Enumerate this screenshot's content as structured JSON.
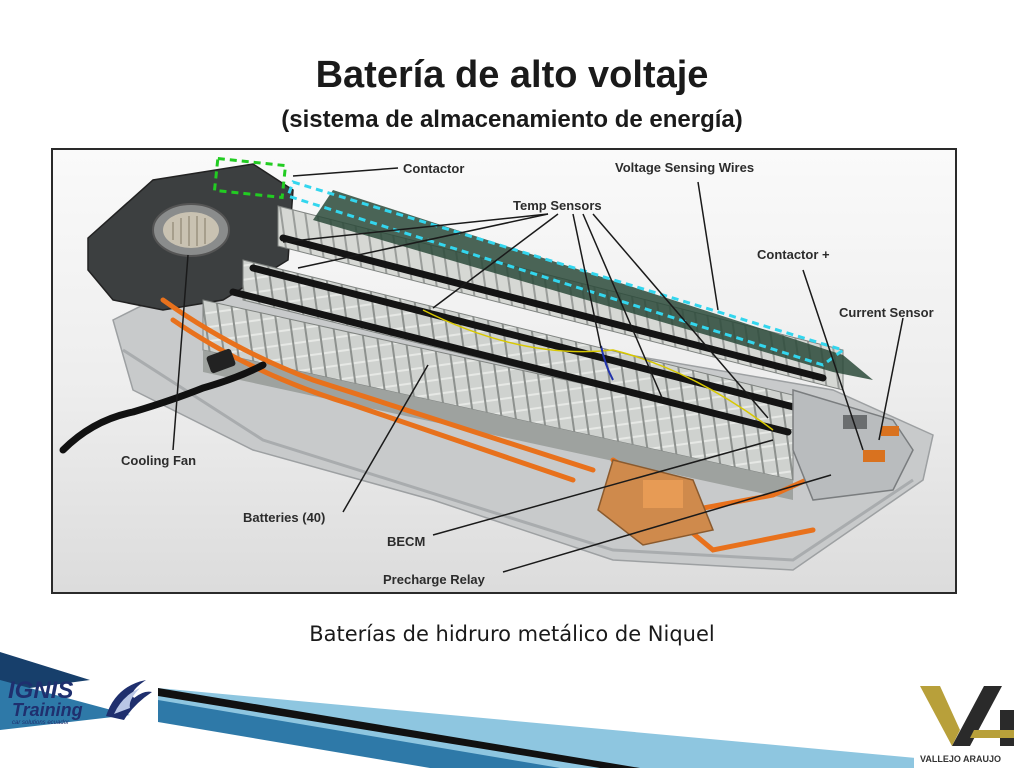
{
  "slide": {
    "title": "Batería de alto voltaje",
    "subtitle": "(sistema de almacenamiento de energía)",
    "caption": "Baterías de hidruro metálico de Niquel"
  },
  "diagram": {
    "labels": {
      "contactor": "Contactor",
      "voltage_sensing_wires": "Voltage Sensing Wires",
      "temp_sensors": "Temp Sensors",
      "contactor_plus": "Contactor +",
      "current_sensor": "Current Sensor",
      "cooling_fan": "Cooling Fan",
      "batteries": "Batteries (40)",
      "becm": "BECM",
      "precharge_relay": "Precharge Relay"
    },
    "colors": {
      "contactor_highlight": "#22cc22",
      "voltage_wires_highlight": "#33d6ee",
      "cable_orange": "#e8711c",
      "cell_gray": "#c9ccc8",
      "housing_dark": "#3c3f40"
    }
  },
  "footer": {
    "left_logo": {
      "text": "IGNIS",
      "subtext": "Training",
      "tagline": "car solutions ecuador"
    },
    "right_logo": {
      "name": "VALLEJO ARAUJO",
      "accent": "#b8a03a"
    },
    "stripe_colors": [
      "#173f6b",
      "#2e79a8",
      "#8ec6e0",
      "#111111"
    ]
  }
}
